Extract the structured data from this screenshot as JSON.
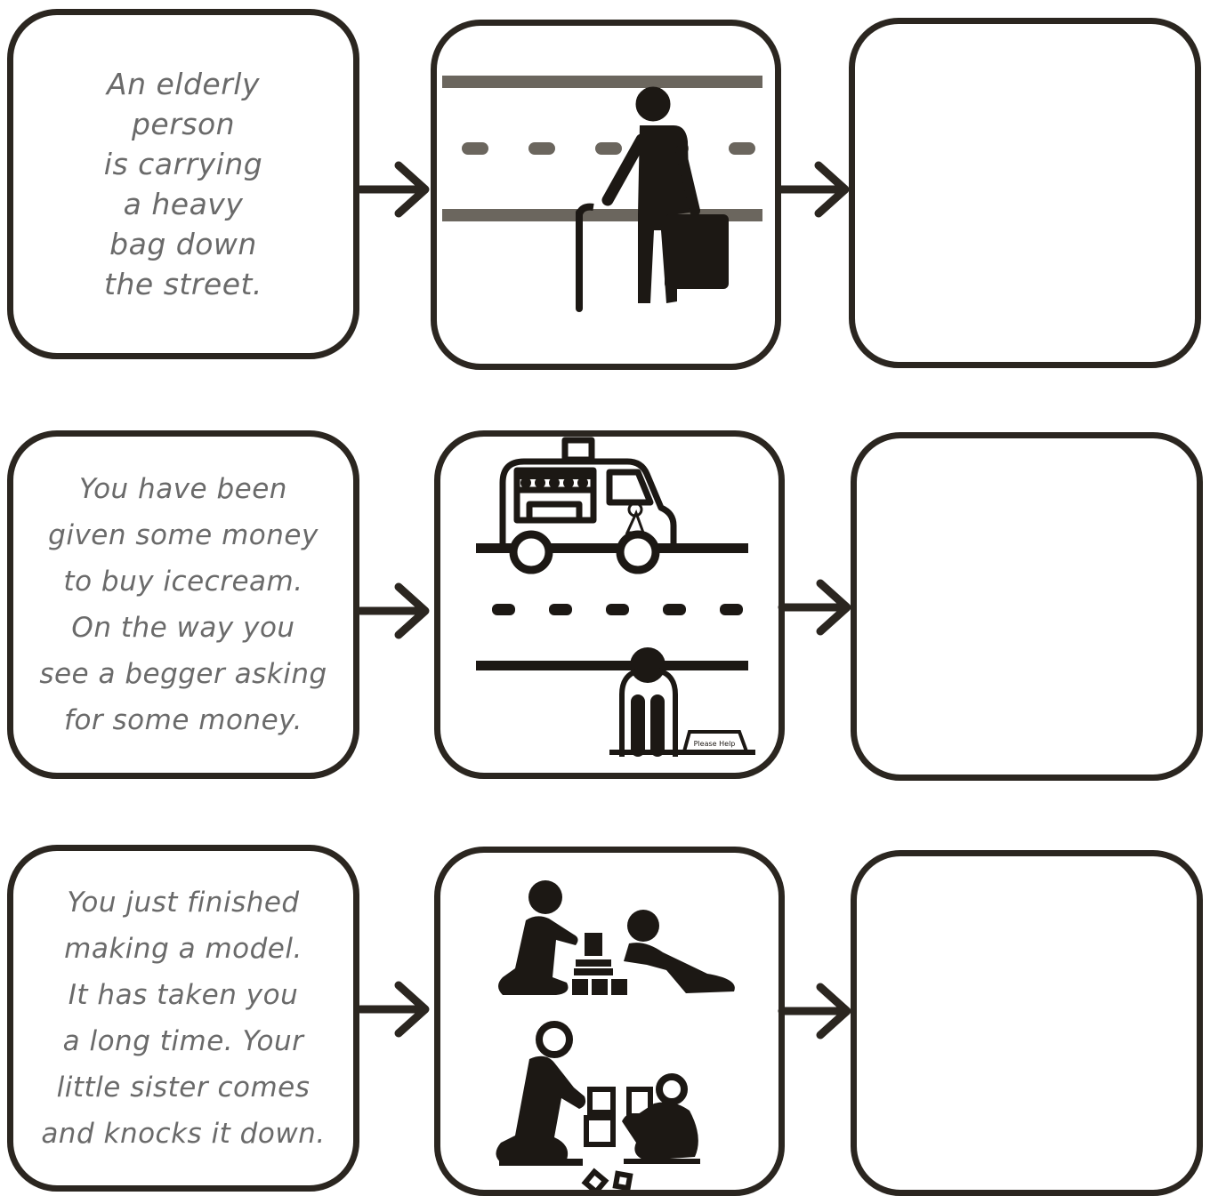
{
  "scenarios": [
    {
      "lines": [
        "An elderly",
        "person",
        "is carrying",
        "a heavy",
        "bag down",
        "the street."
      ],
      "image_icon": "elderly-person-road-icon"
    },
    {
      "lines": [
        "You have been",
        "given some money",
        "to buy icecream.",
        "On the way you",
        "see a begger asking",
        "for some money."
      ],
      "image_icon": "icecream-truck-beggar-icon",
      "sign_text": "Please Help"
    },
    {
      "lines": [
        "You just finished",
        "making a model.",
        "It has taken you",
        "a long time. Your",
        "little sister comes",
        "and knocks it down."
      ],
      "image_icon": "children-blocks-icon"
    }
  ],
  "colors": {
    "outline": "#2b2620",
    "text": "#6a6a6a",
    "road": "#6b665e",
    "figure": "#1c1814"
  }
}
